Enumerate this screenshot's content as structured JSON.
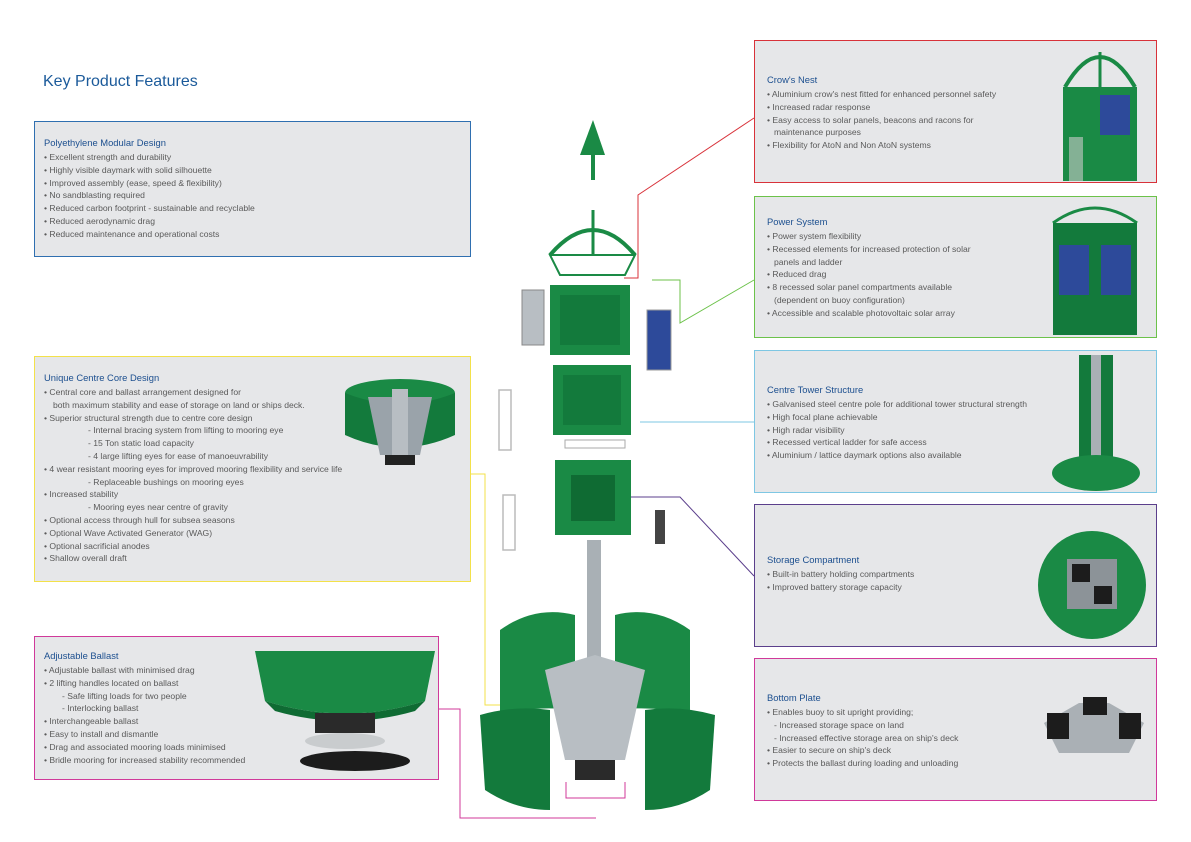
{
  "page": {
    "title": "Key Product Features"
  },
  "boxes": {
    "polyethylene": {
      "heading": "Polyethylene Modular Design",
      "items": [
        "• Excellent strength and durability",
        "• Highly visible daymark with solid silhouette",
        "• Improved assembly (ease, speed & flexibility)",
        "• No sandblasting required",
        "• Reduced carbon footprint - sustainable and recyclable",
        "• Reduced aerodynamic drag",
        "• Reduced maintenance and operational costs"
      ]
    },
    "centre_core": {
      "heading": "Unique Centre Core Design",
      "items": [
        "• Central core and ballast arrangement designed for",
        "both maximum stability and ease of storage on land or ships deck.",
        "• Superior structural strength due to centre core design",
        "- Internal bracing system  from lifting to mooring eye",
        "- 15 Ton static load capacity",
        "- 4 large lifting eyes for ease of manoeuvrability",
        "• 4 wear resistant mooring eyes for improved mooring flexibility and service life",
        "- Replaceable bushings on mooring eyes",
        "• Increased stability",
        "- Mooring eyes near centre of gravity",
        "• Optional access through hull for subsea seasons",
        "• Optional Wave Activated Generator (WAG)",
        "• Optional sacrificial anodes",
        "• Shallow overall draft"
      ]
    },
    "ballast": {
      "heading": "Adjustable Ballast",
      "items": [
        "• Adjustable ballast with minimised drag",
        "• 2 lifting handles located on ballast",
        "- Safe lifting loads for two people",
        "- Interlocking ballast",
        "• Interchangeable ballast",
        "• Easy to install and dismantle",
        "• Drag and associated mooring loads minimised",
        "• Bridle mooring for increased stability recommended"
      ]
    },
    "crows_nest": {
      "heading": "Crow's Nest",
      "items": [
        "• Aluminium crow's nest fitted for enhanced personnel safety",
        "• Increased radar response",
        "• Easy access to solar panels, beacons and racons for",
        "maintenance purposes",
        "• Flexibility for AtoN and Non AtoN systems"
      ]
    },
    "power": {
      "heading": "Power System",
      "items": [
        "• Power system flexibility",
        "• Recessed elements for increased protection of solar",
        "panels and ladder",
        "• Reduced drag",
        "• 8 recessed solar panel compartments available",
        "(dependent on buoy configuration)",
        "• Accessible and scalable photovoltaic solar array"
      ]
    },
    "tower": {
      "heading": "Centre Tower Structure",
      "items": [
        "• Galvanised steel centre pole for additional tower structural strength",
        "• High focal plane achievable",
        "• High radar visibility",
        "• Recessed vertical ladder for safe access",
        "• Aluminium / lattice daymark options also available"
      ]
    },
    "storage": {
      "heading": "Storage Compartment",
      "items": [
        "• Built-in battery holding compartments",
        "• Improved battery storage capacity"
      ]
    },
    "bottom": {
      "heading": "Bottom Plate",
      "items": [
        "• Enables buoy to sit upright providing;",
        "- Increased storage space on land",
        "- Increased effective storage area on ship's deck",
        "• Easier to secure on ship's deck",
        "• Protects the ballast during loading and unloading"
      ]
    }
  },
  "colors": {
    "polyethylene": "#2f6fb0",
    "centre_core": "#f3e14a",
    "ballast": "#d0399a",
    "crows_nest": "#d8323a",
    "power": "#6cc24a",
    "tower": "#7ec7e3",
    "storage": "#5b3f8c",
    "bottom": "#d0399a",
    "buoy_green": "#1a8a45",
    "buoy_dark": "#0f6b33"
  }
}
